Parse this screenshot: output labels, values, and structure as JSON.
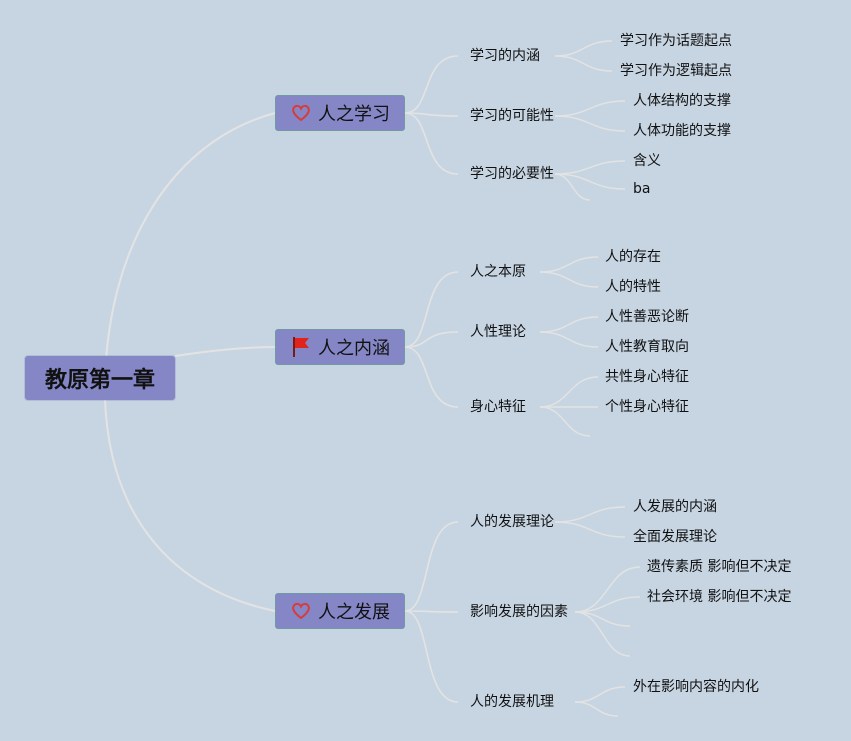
{
  "root": {
    "label": "教原第一章"
  },
  "branches": [
    {
      "label": "人之学习",
      "icon": "heart-icon",
      "topics": [
        {
          "label": "学习的内涵",
          "items": [
            "学习作为话题起点",
            "学习作为逻辑起点"
          ]
        },
        {
          "label": "学习的可能性",
          "items": [
            "人体结构的支撑",
            "人体功能的支撑"
          ]
        },
        {
          "label": "学习的必要性",
          "items": [
            "含义",
            "ba"
          ]
        }
      ]
    },
    {
      "label": "人之内涵",
      "icon": "red-flag-icon",
      "topics": [
        {
          "label": "人之本原",
          "items": [
            "人的存在",
            "人的特性"
          ]
        },
        {
          "label": "人性理论",
          "items": [
            "人性善恶论断",
            "人性教育取向"
          ]
        },
        {
          "label": "身心特征",
          "items": [
            "共性身心特征",
            "个性身心特征"
          ]
        }
      ]
    },
    {
      "label": "人之发展",
      "icon": "heart-icon",
      "topics": [
        {
          "label": "人的发展理论",
          "items": [
            "人发展的内涵",
            "全面发展理论"
          ]
        },
        {
          "label": "影响发展的因素",
          "items": [
            "遗传素质 影响但不决定",
            "社会环境 影响但不决定"
          ]
        },
        {
          "label": "人的发展机理",
          "items": [
            "外在影响内容的内化"
          ]
        }
      ]
    }
  ],
  "colors": {
    "background": "#c7d5e3",
    "node": "#8486c6",
    "connector": "#e3e3e3",
    "heart": "#d93a3a",
    "flag": "#e0241b"
  }
}
